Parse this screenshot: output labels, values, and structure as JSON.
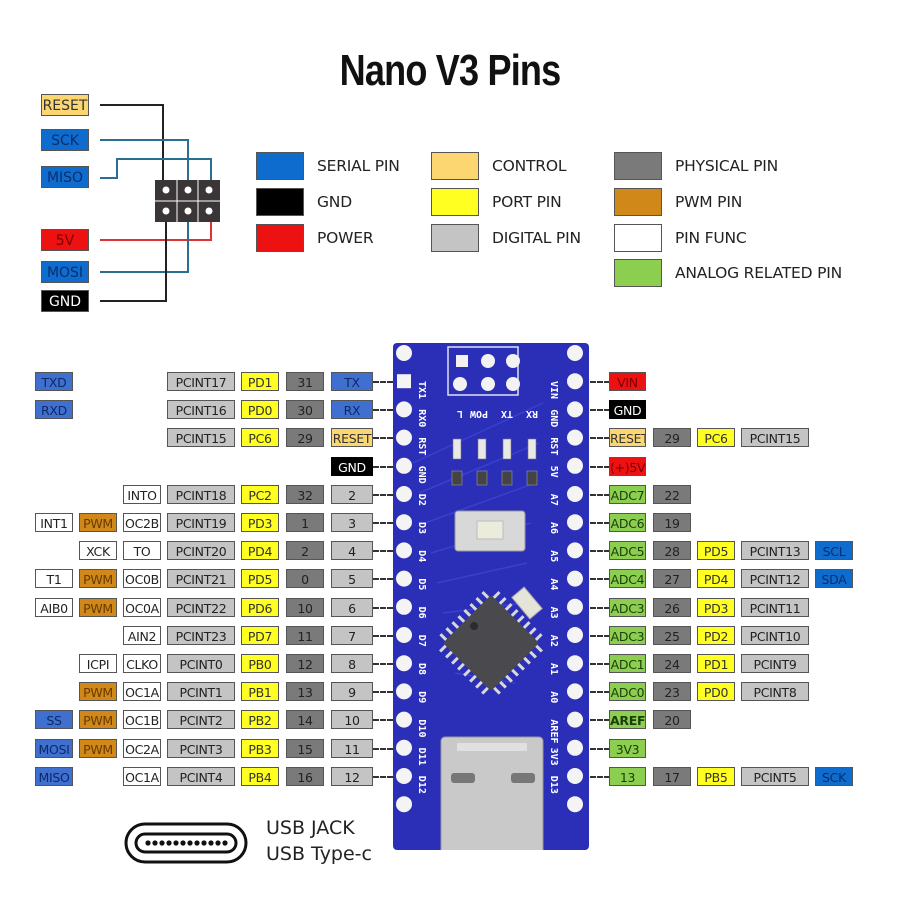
{
  "title": "Nano V3 Pins",
  "isp_header": {
    "labels": [
      {
        "text": "RESET",
        "type": "control"
      },
      {
        "text": "SCK",
        "type": "serialdk"
      },
      {
        "text": "MISO",
        "type": "serialdk"
      },
      {
        "text": "5V",
        "type": "power"
      },
      {
        "text": "MOSI",
        "type": "serialdk"
      },
      {
        "text": "GND",
        "type": "gnd"
      }
    ]
  },
  "legend": [
    {
      "label": "SERIAL PIN",
      "color": "#0e6ccf"
    },
    {
      "label": "GND",
      "color": "#000000"
    },
    {
      "label": "POWER",
      "color": "#ee1111"
    },
    {
      "label": "CONTROL",
      "color": "#fcd671"
    },
    {
      "label": "PORT PIN",
      "color": "#ffff22"
    },
    {
      "label": "DIGITAL PIN",
      "color": "#c4c4c4"
    },
    {
      "label": "PHYSICAL PIN",
      "color": "#7a7a7a"
    },
    {
      "label": "PWM PIN",
      "color": "#d08818"
    },
    {
      "label": "PIN FUNC",
      "color": "#ffffff"
    },
    {
      "label": "ANALOG RELATED PIN",
      "color": "#8ccf50"
    }
  ],
  "left_pins": [
    {
      "board": "TX",
      "board_type": "serial",
      "physical": "31",
      "port": "PD1",
      "pcint": "PCINT17",
      "func": "",
      "pwm": "",
      "extra": "TXD",
      "extra_type": "serial",
      "silk": "TX1"
    },
    {
      "board": "RX",
      "board_type": "serial",
      "physical": "30",
      "port": "PD0",
      "pcint": "PCINT16",
      "func": "",
      "pwm": "",
      "extra": "RXD",
      "extra_type": "serial",
      "silk": "RX0"
    },
    {
      "board": "RESET",
      "board_type": "control",
      "physical": "29",
      "port": "PC6",
      "pcint": "PCINT15",
      "func": "",
      "pwm": "",
      "extra": "",
      "extra_type": "",
      "silk": "RST"
    },
    {
      "board": "GND",
      "board_type": "gnd",
      "physical": "",
      "port": "",
      "pcint": "",
      "func": "",
      "pwm": "",
      "extra": "",
      "extra_type": "",
      "silk": "GND"
    },
    {
      "board": "2",
      "board_type": "digital",
      "physical": "32",
      "port": "PC2",
      "pcint": "PCINT18",
      "func": "INTO",
      "pwm": "",
      "extra": "",
      "extra_type": "",
      "silk": "D2"
    },
    {
      "board": "3",
      "board_type": "digital",
      "physical": "1",
      "port": "PD3",
      "pcint": "PCINT19",
      "func": "OC2B",
      "pwm": "PWM",
      "extra": "INT1",
      "extra_type": "func",
      "silk": "D3"
    },
    {
      "board": "4",
      "board_type": "digital",
      "physical": "2",
      "port": "PD4",
      "pcint": "PCINT20",
      "func": "TO",
      "pwm": "",
      "pwm_alt": "XCK",
      "extra": "",
      "extra_type": "",
      "silk": "D4"
    },
    {
      "board": "5",
      "board_type": "digital",
      "physical": "0",
      "port": "PD5",
      "pcint": "PCINT21",
      "func": "OC0B",
      "pwm": "PWM",
      "extra": "T1",
      "extra_type": "func",
      "silk": "D5"
    },
    {
      "board": "6",
      "board_type": "digital",
      "physical": "10",
      "port": "PD6",
      "pcint": "PCINT22",
      "func": "OC0A",
      "pwm": "PWM",
      "extra": "AIB0",
      "extra_type": "func",
      "silk": "D6"
    },
    {
      "board": "7",
      "board_type": "digital",
      "physical": "11",
      "port": "PD7",
      "pcint": "PCINT23",
      "func": "AIN2",
      "pwm": "",
      "extra": "",
      "extra_type": "",
      "silk": "D7"
    },
    {
      "board": "8",
      "board_type": "digital",
      "physical": "12",
      "port": "PB0",
      "pcint": "PCINT0",
      "func": "CLKO",
      "pwm": "",
      "pwm_alt": "ICPI",
      "extra": "",
      "extra_type": "",
      "silk": "D8"
    },
    {
      "board": "9",
      "board_type": "digital",
      "physical": "13",
      "port": "PB1",
      "pcint": "PCINT1",
      "func": "OC1A",
      "pwm": "PWM",
      "extra": "",
      "extra_type": "",
      "silk": "D9"
    },
    {
      "board": "10",
      "board_type": "digital",
      "physical": "14",
      "port": "PB2",
      "pcint": "PCINT2",
      "func": "OC1B",
      "pwm": "PWM",
      "extra": "SS",
      "extra_type": "serial",
      "silk": "D10"
    },
    {
      "board": "11",
      "board_type": "digital",
      "physical": "15",
      "port": "PB3",
      "pcint": "PCINT3",
      "func": "OC2A",
      "pwm": "PWM",
      "extra": "MOSI",
      "extra_type": "serial",
      "silk": "D11"
    },
    {
      "board": "12",
      "board_type": "digital",
      "physical": "16",
      "port": "PB4",
      "pcint": "PCINT4",
      "func": "OC1A",
      "pwm": "",
      "extra": "MISO",
      "extra_type": "serial",
      "silk": "D12"
    }
  ],
  "right_pins": [
    {
      "board": "VIN",
      "board_type": "power",
      "physical": "",
      "port": "",
      "pcint": "",
      "extra": "",
      "silk": "VIN"
    },
    {
      "board": "GND",
      "board_type": "gnd",
      "physical": "",
      "port": "",
      "pcint": "",
      "extra": "",
      "silk": "GND"
    },
    {
      "board": "RESET",
      "board_type": "control",
      "physical": "29",
      "port": "PC6",
      "pcint": "PCINT15",
      "extra": "",
      "silk": "RST"
    },
    {
      "board": "(+)5V",
      "board_type": "power",
      "physical": "",
      "port": "",
      "pcint": "",
      "extra": "",
      "silk": "5V"
    },
    {
      "board": "ADC7",
      "board_type": "analog",
      "physical": "22",
      "port": "",
      "pcint": "",
      "extra": "",
      "silk": "A7"
    },
    {
      "board": "ADC6",
      "board_type": "analog",
      "physical": "19",
      "port": "",
      "pcint": "",
      "extra": "",
      "silk": "A6"
    },
    {
      "board": "ADC5",
      "board_type": "analog",
      "physical": "28",
      "port": "PD5",
      "pcint": "PCINT13",
      "extra": "SCL",
      "silk": "A5"
    },
    {
      "board": "ADC4",
      "board_type": "analog",
      "physical": "27",
      "port": "PD4",
      "pcint": "PCINT12",
      "extra": "SDA",
      "silk": "A4"
    },
    {
      "board": "ADC3",
      "board_type": "analog",
      "physical": "26",
      "port": "PD3",
      "pcint": "PCINT11",
      "extra": "",
      "silk": "A3"
    },
    {
      "board": "ADC3",
      "board_type": "analog",
      "physical": "25",
      "port": "PD2",
      "pcint": "PCINT10",
      "extra": "",
      "silk": "A2"
    },
    {
      "board": "ADC1",
      "board_type": "analog",
      "physical": "24",
      "port": "PD1",
      "pcint": "PCINT9",
      "extra": "",
      "silk": "A1"
    },
    {
      "board": "ADC0",
      "board_type": "analog",
      "physical": "23",
      "port": "PD0",
      "pcint": "PCINT8",
      "extra": "",
      "silk": "A0"
    },
    {
      "board": "AREF",
      "board_type": "analog",
      "physical": "20",
      "port": "",
      "pcint": "",
      "extra": "",
      "silk": "AREF"
    },
    {
      "board": "3V3",
      "board_type": "analog",
      "physical": "",
      "port": "",
      "pcint": "",
      "extra": "",
      "silk": "3V3"
    },
    {
      "board": "13",
      "board_type": "analog",
      "physical": "17",
      "port": "PB5",
      "pcint": "PCINT5",
      "extra": "SCK",
      "silk": "D13"
    }
  ],
  "board_leds": [
    "L",
    "POW",
    "TX",
    "RX"
  ],
  "usb": {
    "line1": "USB JACK",
    "line2": "USB Type-c"
  }
}
